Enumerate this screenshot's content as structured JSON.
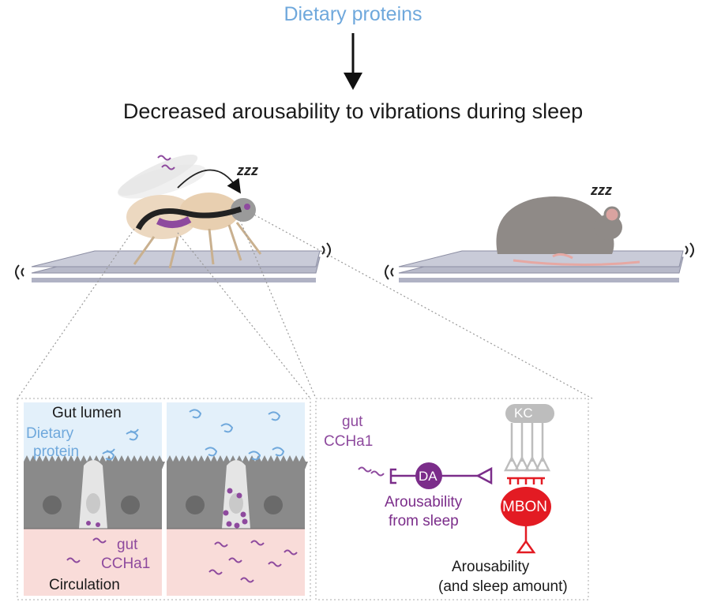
{
  "header": {
    "top_label": "Dietary proteins",
    "headline": "Decreased arousability to vibrations during sleep"
  },
  "fly": {
    "sleep_mark": "zzz"
  },
  "mouse": {
    "sleep_mark": "zzz"
  },
  "gut_panel": {
    "lumen_label": "Gut lumen",
    "protein_label_line1": "Dietary",
    "protein_label_line2": "protein",
    "hormone_label_line1": "gut",
    "hormone_label_line2": "CCHa1",
    "circulation_label": "Circulation"
  },
  "brain_panel": {
    "hormone_label_line1": "gut",
    "hormone_label_line2": "CCHa1",
    "kc_label": "KC",
    "da_label": "DA",
    "mbon_label": "MBON",
    "da_effect_line1": "Arousability",
    "da_effect_line2": "from sleep",
    "mbon_effect_line1": "Arousability",
    "mbon_effect_line2": "(and sleep amount)"
  },
  "colors": {
    "protein_blue": "#6fa8dc",
    "ccha1_purple": "#8e4a9e",
    "da_purple": "#7b2d8a",
    "mbon_red": "#e31b23",
    "lumen_bg": "#e3f0fa",
    "circulation_bg": "#f9dcd9"
  }
}
